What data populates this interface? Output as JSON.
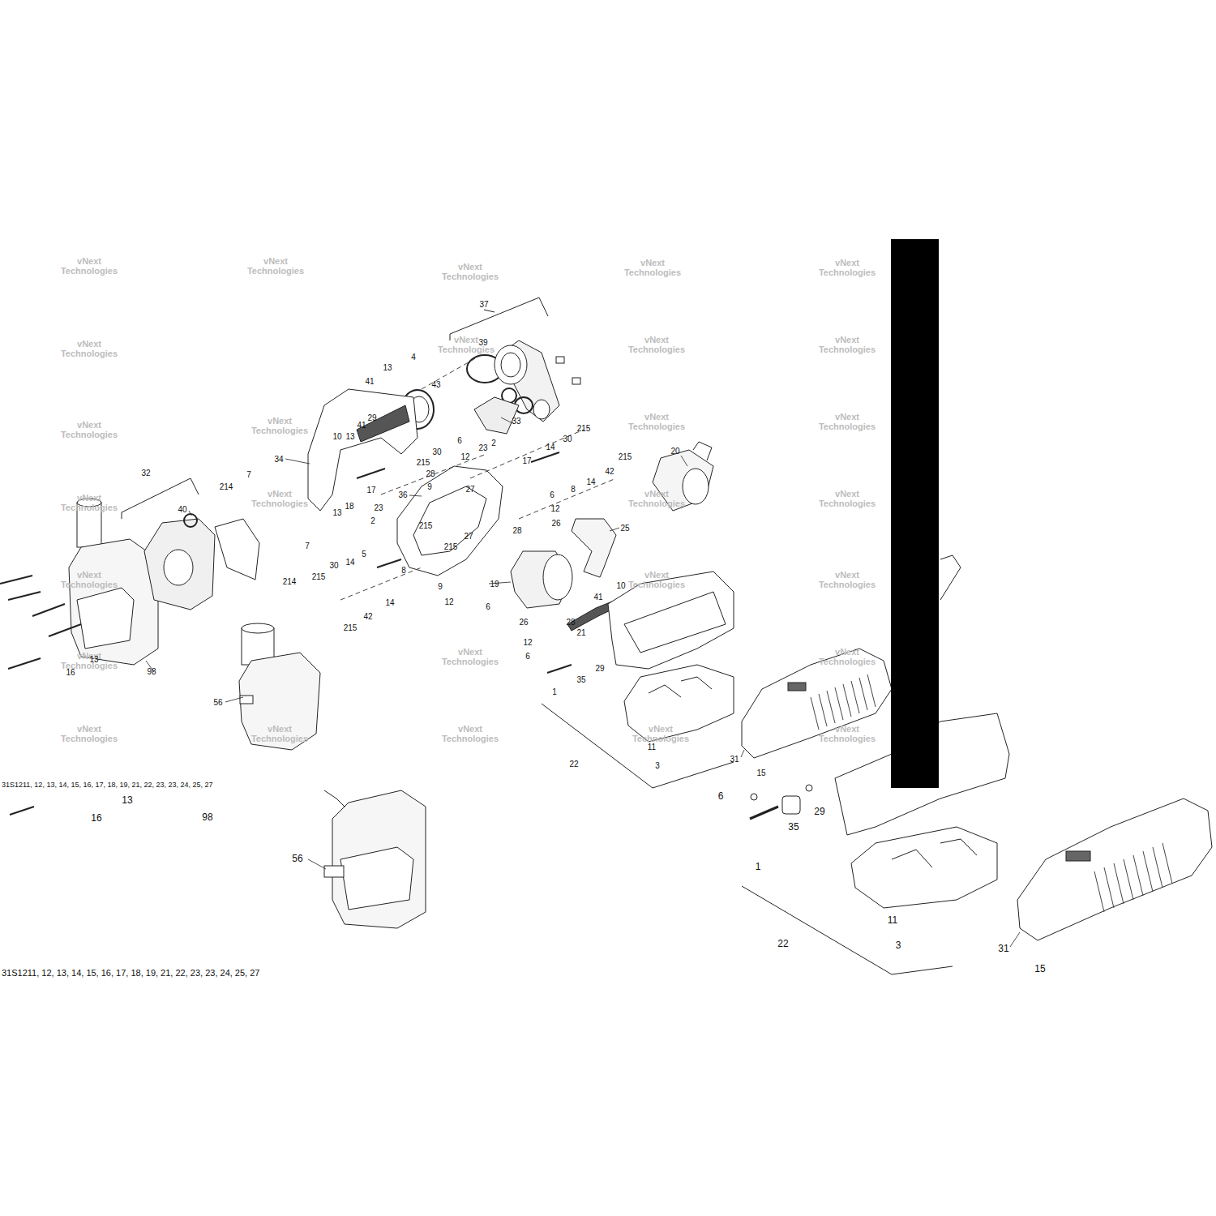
{
  "diagram": {
    "labels": [
      "vNext Technologies",
      "vNext Technologies",
      "vNext Technologies",
      "vNext Technologies",
      "vNext Technologies",
      "vNext Technologies",
      "vNext Technologies",
      "vNext Technologies",
      "vNext Technologies",
      "vNext Technologies",
      "vNext Technologies",
      "vNext Technologies",
      "vNext Technologies",
      "vNext Technologies",
      "vNext Technologies",
      "vNext Technologies",
      "vNext Technologies",
      "vNext Technologies",
      "vNext Technologies",
      "vNext Technologies",
      "vNext Technologies",
      "vNext Technologies",
      "vNext Technologies",
      "vNext Technologies",
      "vNext Technologies",
      "vNext Technologies",
      "vNext Technologies",
      "vNext Technologies",
      "37",
      "39",
      "13",
      "4",
      "41",
      "43",
      "29",
      "41",
      "10",
      "13",
      "33",
      "34",
      "30",
      "6",
      "23",
      "2",
      "215",
      "12",
      "28",
      "9",
      "14",
      "30",
      "215",
      "215",
      "42",
      "14",
      "8",
      "17",
      "20",
      "32",
      "7",
      "214",
      "40",
      "17",
      "18",
      "13",
      "2",
      "23",
      "36",
      "27",
      "215",
      "27",
      "215",
      "6",
      "12",
      "28",
      "26",
      "25",
      "7",
      "214",
      "5",
      "30",
      "215",
      "14",
      "8",
      "14",
      "42",
      "215",
      "19",
      "9",
      "12",
      "6",
      "26",
      "28",
      "41",
      "10",
      "21",
      "12",
      "6",
      "29",
      "35",
      "1",
      "13",
      "16",
      "98",
      "56",
      "11",
      "3",
      "22",
      "31",
      "15",
      "13",
      "16",
      "98",
      "6",
      "35",
      "29",
      "1",
      "56",
      "11",
      "3",
      "22",
      "31",
      "15",
      "31S1211, 12, 13, 14, 15, 16, 17, 18, 19, 21, 22, 23, 23, 24, 25, 27",
      "31S1211, 12, 13, 14, 15, 16, 17, 18, 19, 21, 22, 23, 23, 24, 25, 27"
    ]
  }
}
